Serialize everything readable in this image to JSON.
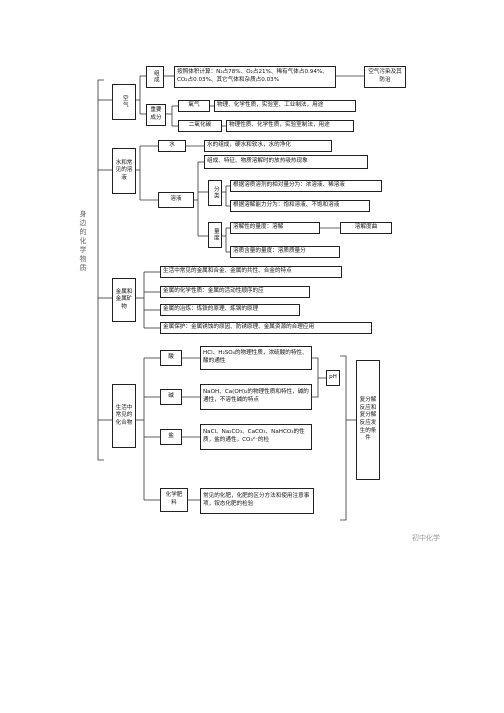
{
  "root": "身边的化学物质",
  "air": {
    "title": "空气",
    "composition": "组成",
    "composition_text": "按照体积计算：N₂占78%、O₂占21%、稀有气体占0.94%、CO₂占0.03%、其它气体和杂质占0.03%",
    "pollution": "空气污染及其防治",
    "important": "重要成分",
    "oxygen": "氧气",
    "oxygen_text": "物理、化学性质，实验室、工业制法，用途",
    "co2": "二氧化碳",
    "co2_text": "物理性质、化学性质，实验室制法，用途"
  },
  "water": {
    "title": "水和常见的溶液",
    "water": "水",
    "water_text": "水的组成，硬水和软水，水的净化",
    "solution": "溶液",
    "solution_text": "组成、特征、物质溶解时的放热吸热现象",
    "classify": "分类",
    "classify_a": "根据溶质溶剂的相对量分为：浓溶液、稀溶液",
    "classify_b": "根据溶解能力分为：饱和溶液、不饱和溶液",
    "quantity": "量度",
    "quantity_a": "溶解性的量度：溶解",
    "quantity_a2": "溶解度曲",
    "quantity_b": "溶质含量的量度：溶质质量分"
  },
  "metal": {
    "title": "金属和金属矿物",
    "items": [
      "生活中常见的金属和合金、金属的共性、合金的特点",
      "金属的化学性质：金属的活动性顺序的应",
      "金属的冶炼：炼铁的原理、炼钢的原理",
      "金属保护：金属锈蚀的原因、防锈原理、金属资源的合理应用"
    ]
  },
  "compounds": {
    "title": "生活中常见的化合物",
    "acid": "酸",
    "acid_text": "HCl、H₂SO₄的物理性质，浓硫酸的特性、酸的通性",
    "base": "碱",
    "base_text": "NaOH、Ca(OH)₂的物理性质和特性，碱的通性，不溶性碱的特点",
    "salt": "盐",
    "salt_text": "NaCl、Na₂CO₃、CaCO₃、NaHCO₃的性质，盐的通性，CO₃²⁻的检",
    "fertilizer": "化学肥料",
    "fertilizer_text": "常见的化肥，化肥的区分方法和使用注意事项，铵态化肥的检验",
    "ph": "pH",
    "reaction": "复分解反应和复分解反应发生的条件"
  },
  "watermark": "初中化学"
}
